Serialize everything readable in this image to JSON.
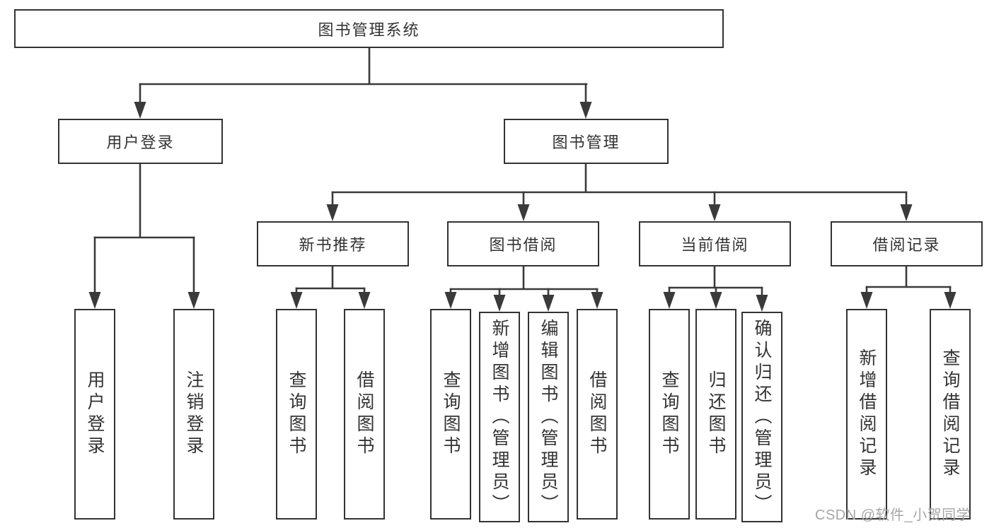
{
  "diagram": {
    "title": "图书管理系统",
    "nodes": {
      "root": "图书管理系统",
      "login": "用户登录",
      "book_mgmt": "图书管理",
      "new_book": "新书推荐",
      "book_borrow": "图书借阅",
      "current_borrow": "当前借阅",
      "borrow_records": "借阅记录",
      "leaf_user_login": "用户登录",
      "leaf_logout": "注销登录",
      "leaf_nb_query": "查询图书",
      "leaf_nb_borrow": "借阅图书",
      "leaf_bb_query": "查询图书",
      "leaf_bb_add": "新增图书（管理员）",
      "leaf_bb_edit": "编辑图书（管理员）",
      "leaf_bb_borrow": "借阅图书",
      "leaf_cb_query": "查询图书",
      "leaf_cb_return": "归还图书",
      "leaf_cb_confirm": "确认归还（管理员）",
      "leaf_br_add": "新增借阅记录",
      "leaf_br_query": "查询借阅记录"
    },
    "hierarchy": {
      "图书管理系统": {
        "用户登录": [
          "用户登录",
          "注销登录"
        ],
        "图书管理": {
          "新书推荐": [
            "查询图书",
            "借阅图书"
          ],
          "图书借阅": [
            "查询图书",
            "新增图书（管理员）",
            "编辑图书（管理员）",
            "借阅图书"
          ],
          "当前借阅": [
            "查询图书",
            "归还图书",
            "确认归还（管理员）"
          ],
          "借阅记录": [
            "新增借阅记录",
            "查询借阅记录"
          ]
        }
      }
    },
    "colors": {
      "line": "#3a3a3a",
      "box_border": "#333333",
      "box_fill": "#ffffff",
      "text": "#333333",
      "watermark": "#a6a6a6",
      "background": "#ffffff"
    }
  },
  "watermark": {
    "text": "CSDN @软件_小贺同学"
  }
}
